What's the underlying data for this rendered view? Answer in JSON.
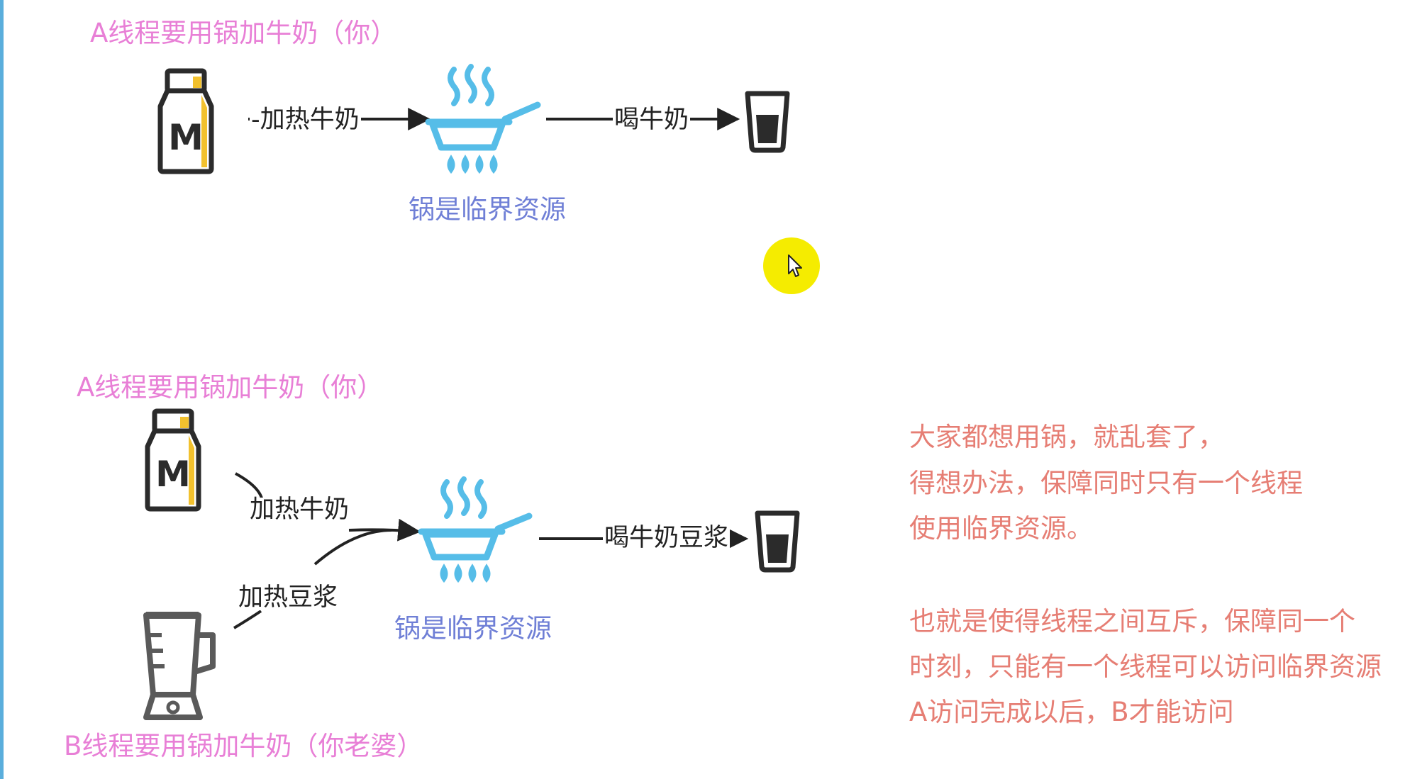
{
  "colors": {
    "thread_title": "#e87fd6",
    "resource": "#6f7fd6",
    "note": "#e67e74",
    "pan": "#56bde8",
    "bottle_accent": "#f2c12e",
    "icon_dark": "#2b2b2b",
    "cursor_highlight": "#f5ec00"
  },
  "scene_top": {
    "thread_a_title": "A线程要用锅加牛奶（你）",
    "heat_label": "-加热牛奶",
    "drink_label": "喝牛奶",
    "resource_label": "锅是临界资源",
    "icons": [
      "milk-bottle-icon",
      "pan-icon",
      "cup-icon"
    ]
  },
  "scene_bottom": {
    "thread_a_title": "A线程要用锅加牛奶（你）",
    "heat_milk_label": "加热牛奶",
    "heat_soy_label": "加热豆浆",
    "drink_label": "喝牛奶豆浆",
    "resource_label": "锅是临界资源",
    "thread_b_title": "B线程要用锅加牛奶（你老婆）",
    "icons": [
      "milk-bottle-icon",
      "blender-icon",
      "pan-icon",
      "cup-icon"
    ]
  },
  "notes": {
    "line1": "大家都想用锅，就乱套了，",
    "line2": "得想办法，保障同时只有一个线程",
    "line3": "使用临界资源。",
    "line4": "也就是使得线程之间互斥，保障同一个",
    "line5": "时刻，只能有一个线程可以访问临界资源",
    "line6": "A访问完成以后，B才能访问"
  },
  "cursor": {
    "icon": "mouse-pointer-icon"
  }
}
